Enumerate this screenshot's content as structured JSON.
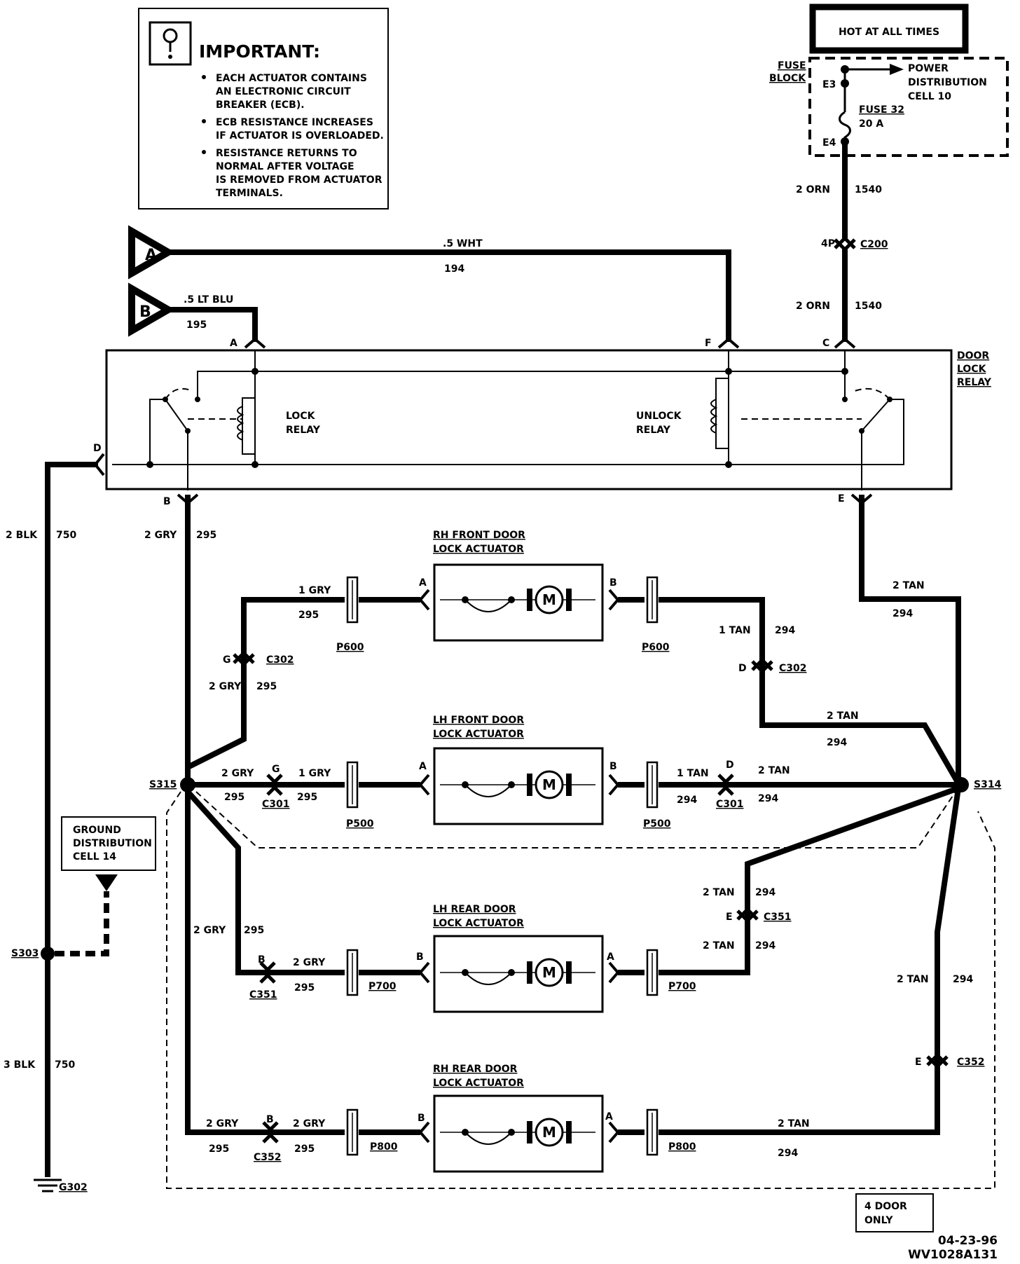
{
  "important": {
    "title": "IMPORTANT:",
    "items": [
      [
        "EACH ACTUATOR CONTAINS",
        "AN ELECTRONIC CIRCUIT",
        "BREAKER (ECB)."
      ],
      [
        "ECB RESISTANCE INCREASES",
        "IF ACTUATOR IS OVERLOADED."
      ],
      [
        "RESISTANCE RETURNS TO",
        "NORMAL AFTER VOLTAGE",
        "IS REMOVED FROM ACTUATOR",
        "TERMINALS."
      ]
    ]
  },
  "hot": "HOT AT ALL TIMES",
  "fuse_block": {
    "label": [
      "FUSE",
      "BLOCK"
    ],
    "e3": "E3",
    "e4": "E4",
    "fuse": "FUSE 32",
    "rating": "20 A",
    "power": [
      "POWER",
      "DISTRIBUTION",
      "CELL 10"
    ]
  },
  "inputs": {
    "a": {
      "letter": "A",
      "wire": ".5 WHT",
      "circuit": "194"
    },
    "b": {
      "letter": "B",
      "wire": ".5 LT BLU",
      "circuit": "195"
    }
  },
  "orn": {
    "gauge": "2 ORN",
    "circuit": "1540",
    "pin": "4P",
    "connector": "C200"
  },
  "relay": {
    "label": [
      "DOOR",
      "LOCK",
      "RELAY"
    ],
    "lock": [
      "LOCK",
      "RELAY"
    ],
    "unlock": [
      "UNLOCK",
      "RELAY"
    ],
    "pins": {
      "a": "A",
      "f": "F",
      "c": "C",
      "d": "D",
      "b": "B",
      "e": "E"
    }
  },
  "ground": {
    "upper": {
      "gauge": "2 BLK",
      "circuit": "750"
    },
    "lower": {
      "gauge": "3 BLK",
      "circuit": "750"
    },
    "splice": "S303",
    "gnd": "G302",
    "cell": [
      "GROUND",
      "DISTRIBUTION",
      "CELL 14"
    ]
  },
  "gry": {
    "w2": "2 GRY",
    "w1": "1 GRY",
    "c": "295",
    "splice": "S315"
  },
  "tan": {
    "w2": "2 TAN",
    "w1": "1 TAN",
    "c": "294",
    "splice": "S314"
  },
  "actuators": [
    {
      "title": [
        "RH FRONT DOOR",
        "LOCK ACTUATOR"
      ],
      "left_pin": "A",
      "right_pin": "B",
      "conn": "P600"
    },
    {
      "title": [
        "LH FRONT DOOR",
        "LOCK ACTUATOR"
      ],
      "left_pin": "A",
      "right_pin": "B",
      "conn": "P500"
    },
    {
      "title": [
        "LH REAR DOOR",
        "LOCK ACTUATOR"
      ],
      "left_pin": "B",
      "right_pin": "A",
      "conn": "P700"
    },
    {
      "title": [
        "RH REAR DOOR",
        "LOCK ACTUATOR"
      ],
      "left_pin": "B",
      "right_pin": "A",
      "conn": "P800"
    }
  ],
  "motor": "M",
  "connectors": {
    "c302": "C302",
    "c301": "C301",
    "c351": "C351",
    "c352": "C352",
    "g": "G",
    "d": "D",
    "b": "B",
    "e": "E"
  },
  "four_door": [
    "4 DOOR",
    "ONLY"
  ],
  "date": "04-23-96",
  "code": "WV1028A131"
}
